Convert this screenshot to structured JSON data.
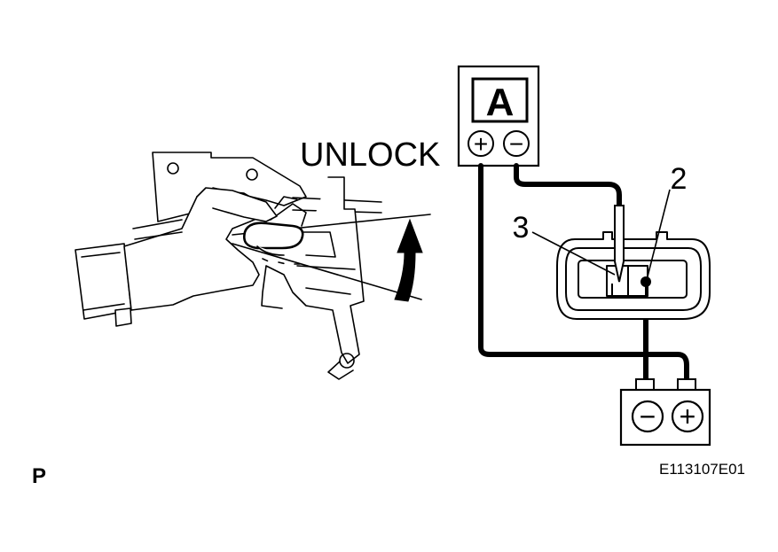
{
  "labels": {
    "unlock": "UNLOCK",
    "ammeter": "A",
    "meter_plus": "+",
    "meter_minus": "−",
    "terminal_2": "2",
    "terminal_3": "3",
    "battery_minus": "−",
    "battery_plus": "+",
    "section_letter": "P",
    "figure_code": "E113107E01"
  },
  "colors": {
    "line": "#000000",
    "background": "#ffffff"
  }
}
